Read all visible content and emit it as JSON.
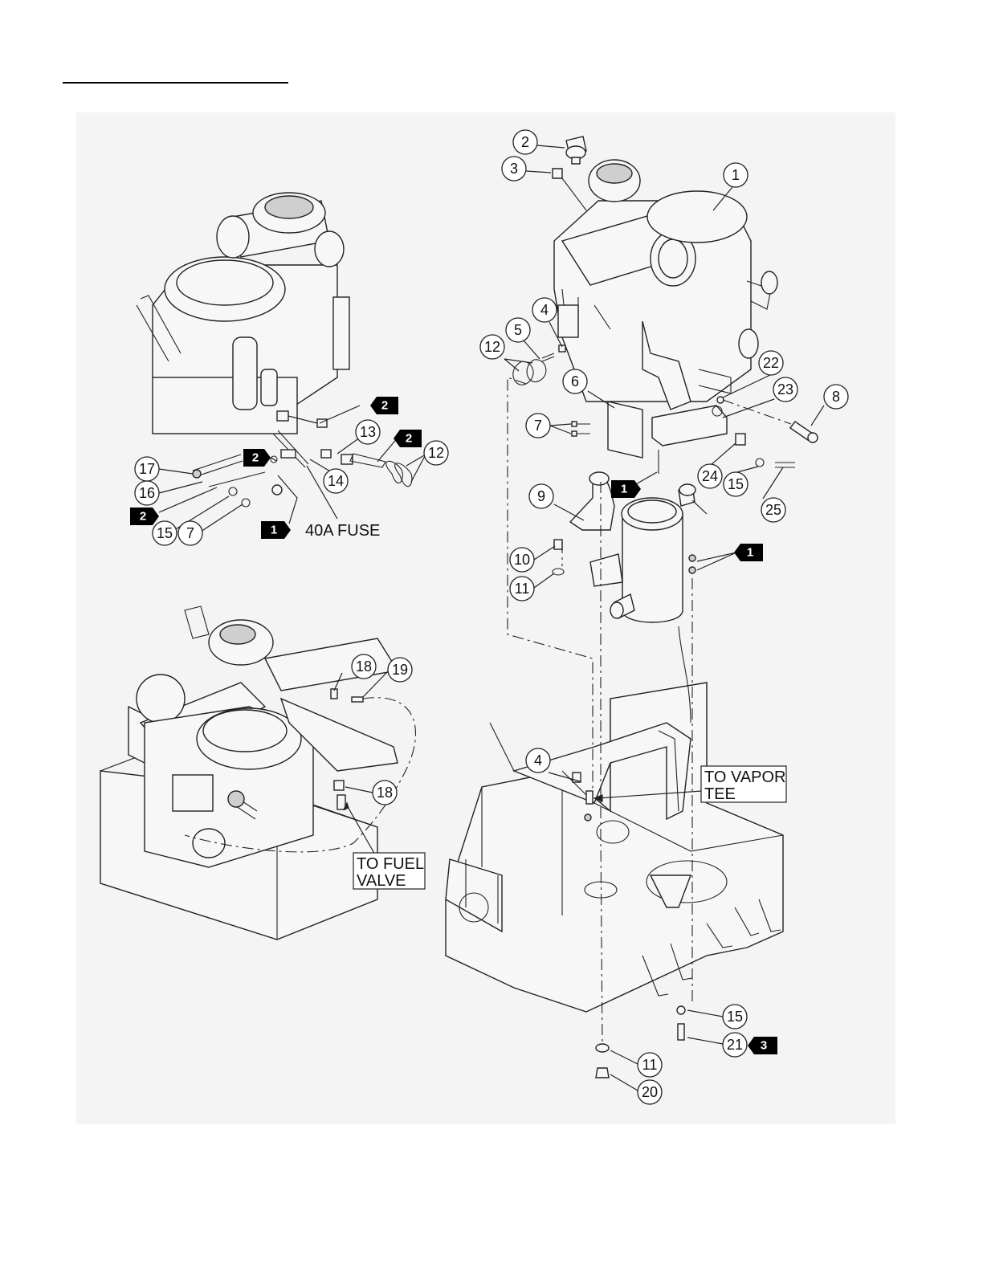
{
  "callouts": {
    "c1": "1",
    "c2": "2",
    "c3": "3",
    "c4": "4",
    "c5": "5",
    "c6": "6",
    "c7": "7",
    "c8": "8",
    "c9": "9",
    "c10": "10",
    "c11": "11",
    "c12": "12",
    "c13": "13",
    "c14": "14",
    "c15": "15",
    "c16": "16",
    "c17": "17",
    "c18": "18",
    "c19": "19",
    "c20": "20",
    "c21": "21",
    "c22": "22",
    "c23": "23",
    "c24": "24",
    "c25": "25"
  },
  "tags": {
    "t1": "1",
    "t2": "2",
    "t3": "3"
  },
  "notes": {
    "fuse": "40A FUSE",
    "vapor_line1": "TO VAPOR",
    "vapor_line2": "TEE",
    "fuel_line1": "TO FUEL",
    "fuel_line2": "VALVE"
  }
}
